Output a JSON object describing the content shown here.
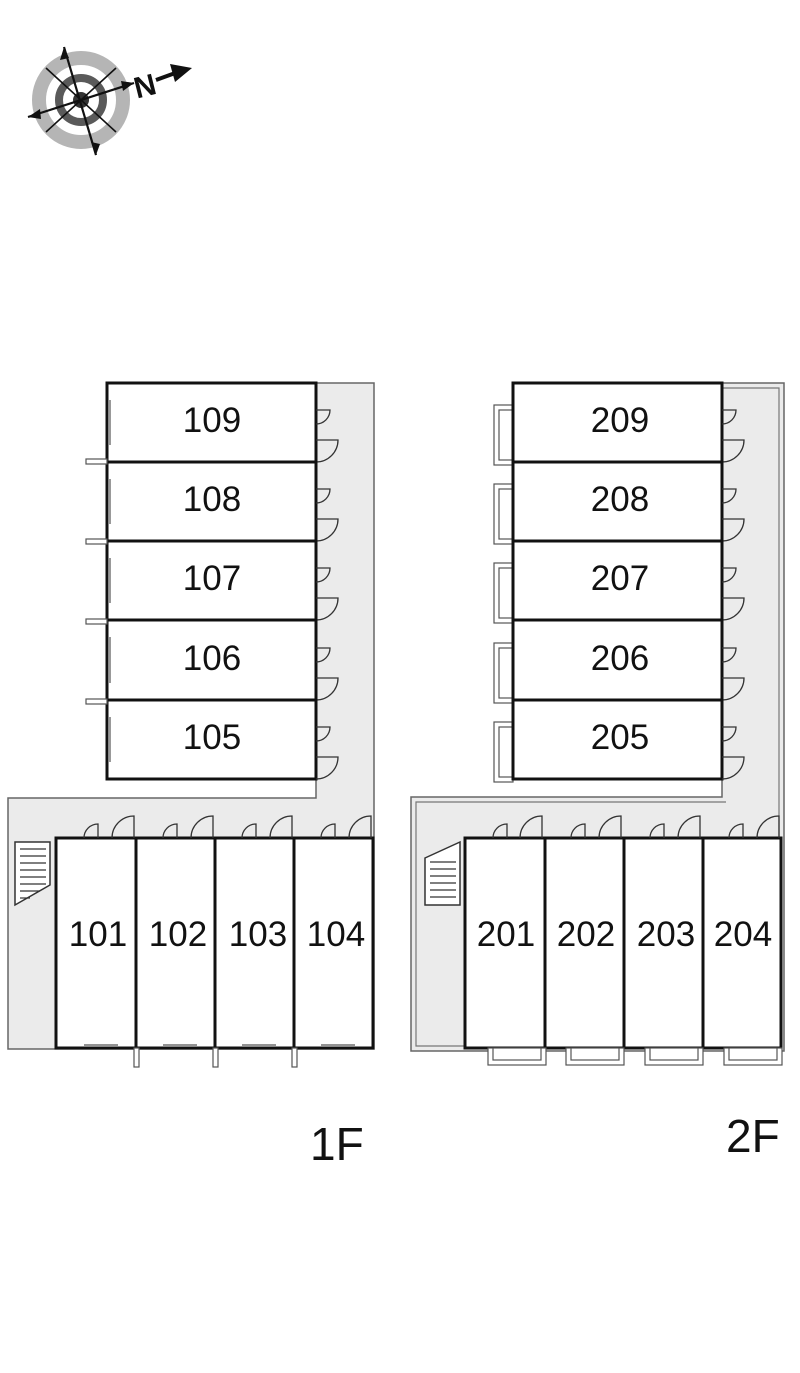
{
  "compass": {
    "label": "N",
    "icon": "compass-rose-icon"
  },
  "floors": [
    {
      "label": "1F",
      "vertical_units": [
        "109",
        "108",
        "107",
        "106",
        "105"
      ],
      "horizontal_units": [
        "101",
        "102",
        "103",
        "104"
      ]
    },
    {
      "label": "2F",
      "vertical_units": [
        "209",
        "208",
        "207",
        "206",
        "205"
      ],
      "horizontal_units": [
        "201",
        "202",
        "203",
        "204"
      ]
    }
  ],
  "colors": {
    "corridor": "#ebebeb",
    "wall": "#111111",
    "thin_line": "#555555"
  }
}
